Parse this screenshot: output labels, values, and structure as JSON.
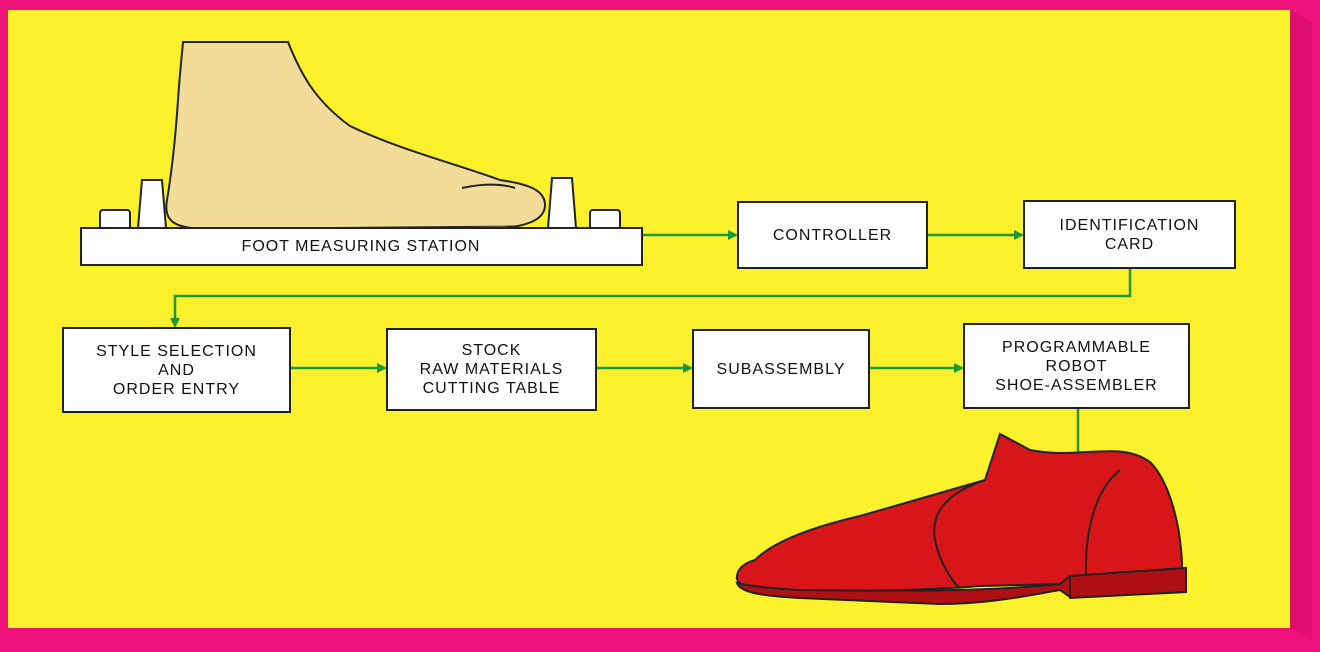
{
  "colors": {
    "background_border": "#f0127a",
    "panel": "#fcf12a",
    "foot": "#f3dc98",
    "shoe": "#d8161a",
    "arrow": "#1a9a2f",
    "box_fill": "#ffffff"
  },
  "illustrations": {
    "foot": "foot-on-measuring-platform",
    "shoe": "finished-red-shoe"
  },
  "nodes": {
    "foot_station": "FOOT MEASURING STATION",
    "controller": "CONTROLLER",
    "identification_card": "IDENTIFICATION\nCARD",
    "style_selection": "STYLE SELECTION\nAND\nORDER ENTRY",
    "stock_cutting": "STOCK\nRAW MATERIALS\nCUTTING TABLE",
    "subassembly": "SUBASSEMBLY",
    "robot_assembler": "PROGRAMMABLE\nROBOT\nSHOE-ASSEMBLER"
  },
  "edges": [
    {
      "from": "FOOT MEASURING STATION",
      "to": "CONTROLLER"
    },
    {
      "from": "CONTROLLER",
      "to": "IDENTIFICATION CARD"
    },
    {
      "from": "IDENTIFICATION CARD",
      "to": "STYLE SELECTION AND ORDER ENTRY"
    },
    {
      "from": "STYLE SELECTION AND ORDER ENTRY",
      "to": "STOCK RAW MATERIALS CUTTING TABLE"
    },
    {
      "from": "STOCK RAW MATERIALS CUTTING TABLE",
      "to": "SUBASSEMBLY"
    },
    {
      "from": "SUBASSEMBLY",
      "to": "PROGRAMMABLE ROBOT SHOE-ASSEMBLER"
    },
    {
      "from": "PROGRAMMABLE ROBOT SHOE-ASSEMBLER",
      "to": "finished shoe"
    }
  ]
}
